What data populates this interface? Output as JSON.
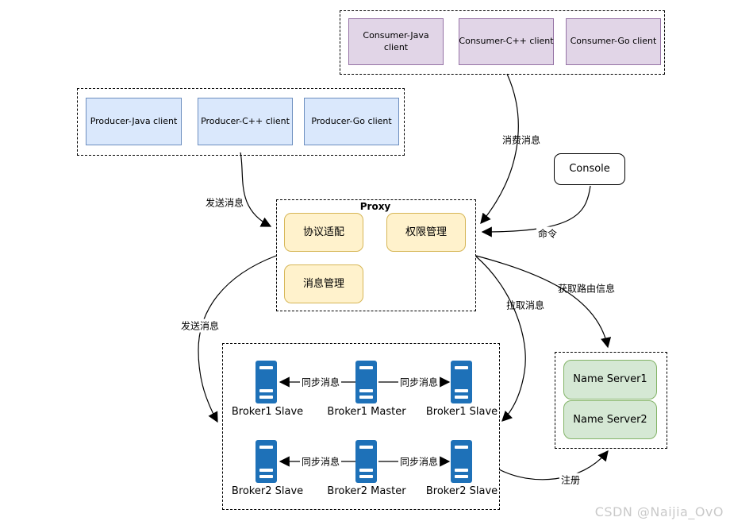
{
  "consumer_group": {
    "boxes": [
      "Consumer-Java client",
      "Consumer-C++ client",
      "Consumer-Go client"
    ]
  },
  "producer_group": {
    "boxes": [
      "Producer-Java client",
      "Producer-C++ client",
      "Producer-Go client"
    ]
  },
  "proxy": {
    "title": "Proxy",
    "modules": [
      "协议适配",
      "权限管理",
      "消息管理"
    ]
  },
  "console": {
    "label": "Console"
  },
  "broker_cluster": {
    "rows": [
      {
        "servers": [
          "Broker1 Slave",
          "Broker1 Master",
          "Broker1 Slave"
        ]
      },
      {
        "servers": [
          "Broker2 Slave",
          "Broker2 Master",
          "Broker2 Slave"
        ]
      }
    ]
  },
  "name_server_group": {
    "boxes": [
      "Name Server1",
      "Name Server2"
    ]
  },
  "edge_labels": {
    "send_to_proxy": "发送消息",
    "consume": "消费消息",
    "command": "命令",
    "send_to_broker": "发送消息",
    "pull": "拉取消息",
    "get_route": "获取路由信息",
    "register": "注册",
    "sync": "同步消息"
  },
  "watermark": "CSDN @Naijia_OvO",
  "colors": {
    "consumer_fill": "#E1D5E7",
    "consumer_border": "#9673A6",
    "producer_fill": "#DAE8FC",
    "producer_border": "#6C8EBF",
    "module_fill": "#FFF2CC",
    "module_border": "#D6B656",
    "nameserver_fill": "#D5E8D4",
    "nameserver_border": "#82B366",
    "server_icon": "#1E71B8",
    "line": "#000000",
    "watermark": "#C9C9C9"
  }
}
